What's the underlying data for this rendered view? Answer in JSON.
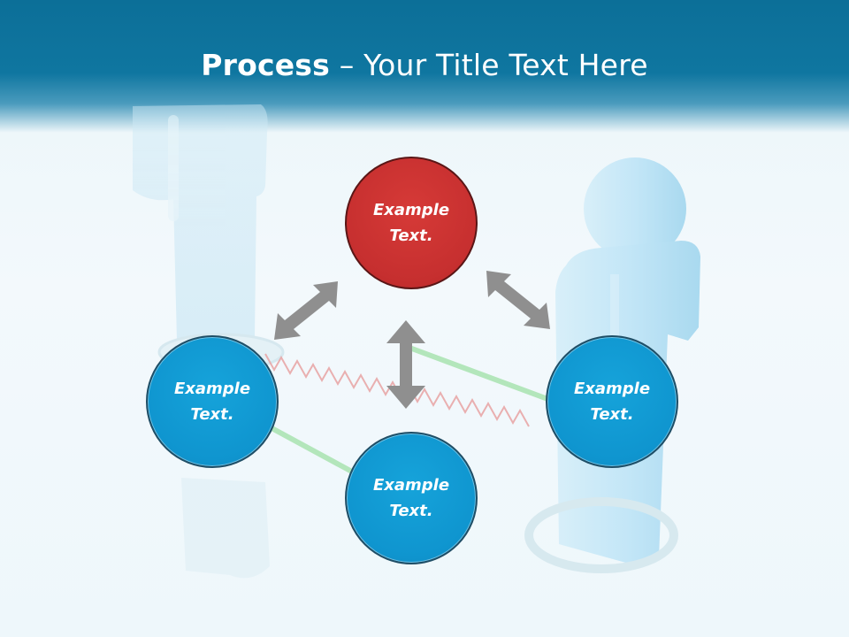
{
  "title": {
    "bold": "Process",
    "separator": " – ",
    "rest": "Your Title Text Here"
  },
  "nodes": {
    "top": "Example\nText.",
    "left": "Example\nText.",
    "right": "Example\nText.",
    "bottom": "Example\nText."
  },
  "colors": {
    "header": "#0f76a0",
    "node_blue": "#0f95cf",
    "node_red": "#c62f2f",
    "arrow": "#8f8f8f",
    "figure": "#bfe3f5"
  }
}
